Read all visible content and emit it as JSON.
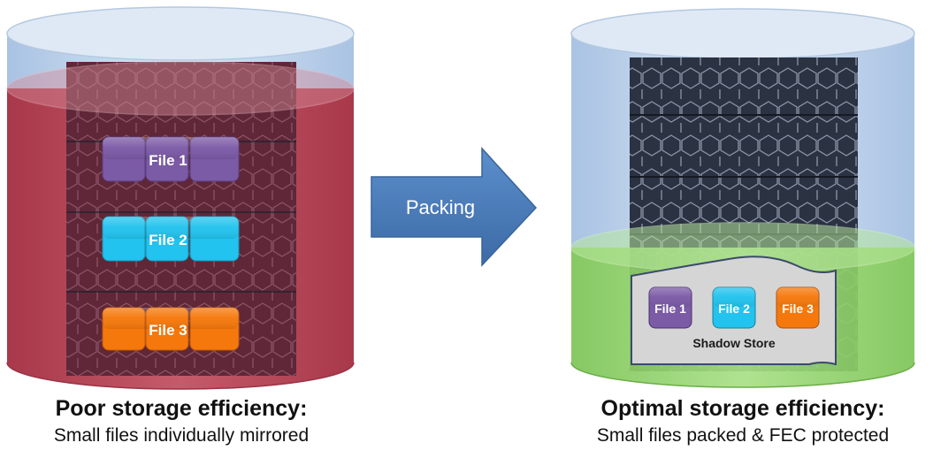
{
  "left": {
    "file_labels": [
      "File 1",
      "File 2",
      "File 3"
    ],
    "title": "Poor storage efficiency:",
    "subtitle": "Small files individually mirrored"
  },
  "arrow": {
    "label": "Packing"
  },
  "right": {
    "file_labels": [
      "File 1",
      "File 2",
      "File 3"
    ],
    "store_label": "Shadow Store",
    "title": "Optimal storage efficiency:",
    "subtitle": "Small files packed & FEC protected"
  },
  "colors": {
    "file1": "#7b5aa6",
    "file2": "#22c3ee",
    "file3": "#f5780c",
    "mirror_fill": "#b94a5c",
    "fec_fill": "#8fd468",
    "cylinder_blue": "#c6d8ef",
    "arrow_blue": "#4a7ebb",
    "server_dark": "#2a3140"
  }
}
